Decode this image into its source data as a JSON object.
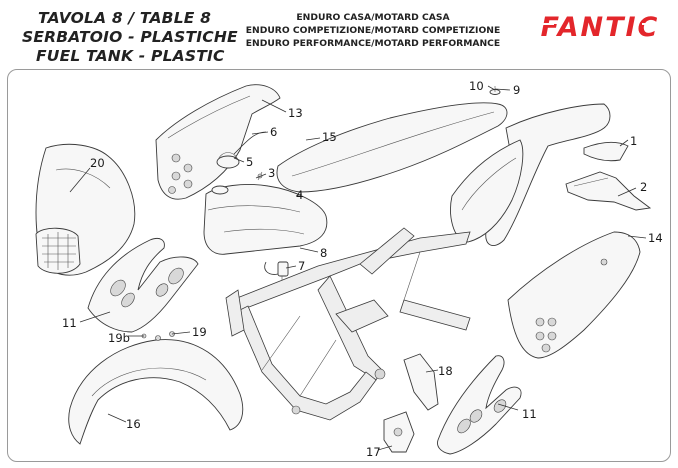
{
  "header": {
    "title_it": "TAVOLA 8  /  TABLE 8",
    "title_line2": "SERBATOIO - PLASTICHE",
    "title_line3": "FUEL TANK - PLASTIC",
    "models": [
      "ENDURO CASA/MOTARD CASA",
      "ENDURO COMPETIZIONE/MOTARD COMPETIZIONE",
      "ENDURO PERFORMANCE/MOTARD PERFORMANCE"
    ],
    "brand": "FANTIC",
    "brand_color": "#e3262b"
  },
  "callouts": {
    "c1": "1",
    "c2": "2",
    "c3": "3",
    "c4": "4",
    "c5": "5",
    "c6": "6",
    "c7": "7",
    "c8": "8",
    "c9": "9",
    "c10": "10",
    "c11a": "11",
    "c11b": "11",
    "c13": "13",
    "c14": "14",
    "c15": "15",
    "c16": "16",
    "c17": "17",
    "c18": "18",
    "c19": "19",
    "c19b": "19b",
    "c20": "20"
  }
}
